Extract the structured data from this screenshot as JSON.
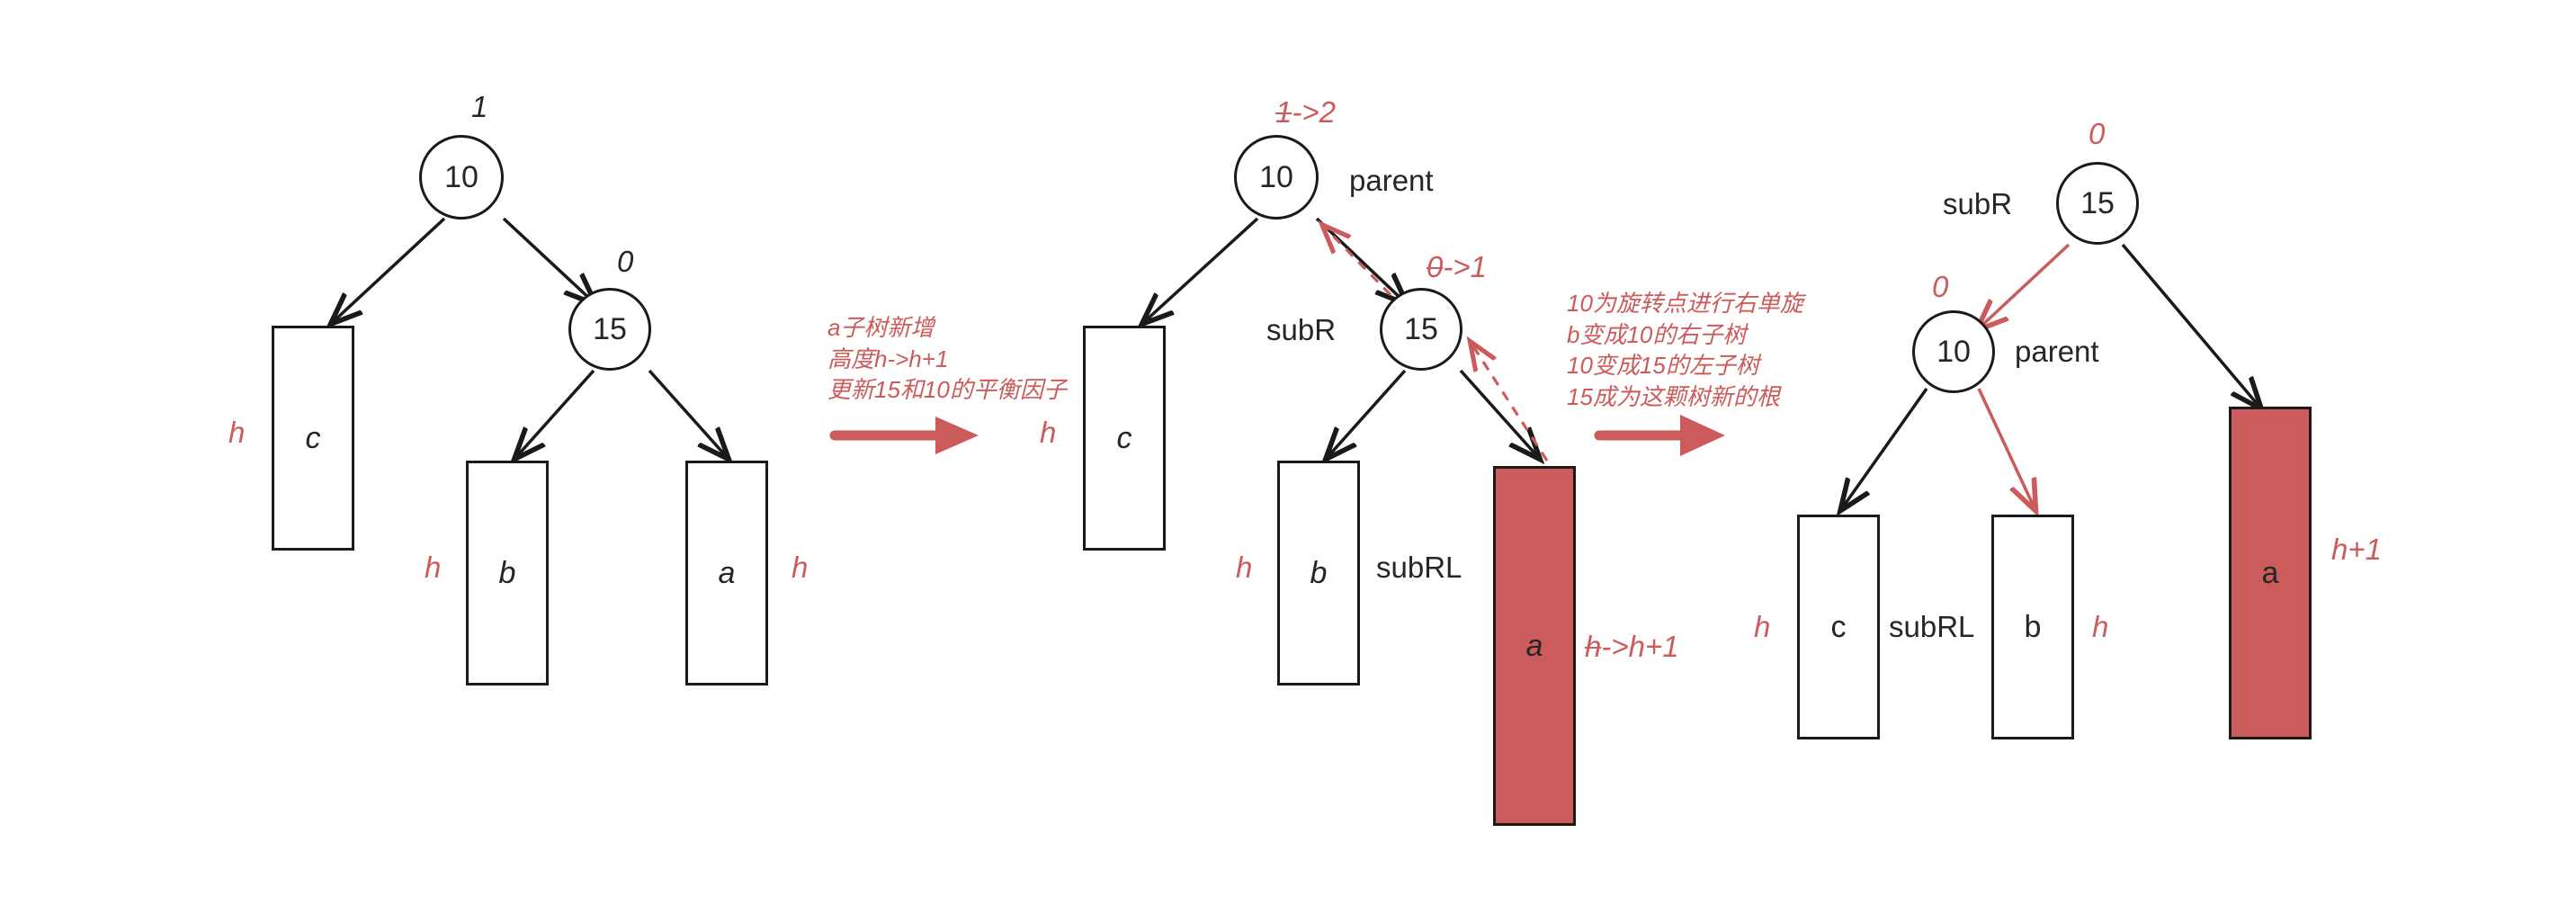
{
  "colors": {
    "accent_red": "#cc5b5b",
    "ink": "#262626",
    "stroke": "#1a1a1a",
    "background": "#ffffff"
  },
  "diagram": {
    "title": "AVL tree right single rotation (RR case) illustration",
    "steps": 3
  },
  "tree1": {
    "root": {
      "value": "10",
      "balance_factor": "1"
    },
    "right_child": {
      "value": "15",
      "balance_factor": "0"
    },
    "boxes": [
      {
        "label": "c",
        "height": "h"
      },
      {
        "label": "b",
        "height": "h"
      },
      {
        "label": "a",
        "height": "h"
      }
    ]
  },
  "tree2": {
    "root": {
      "value": "10",
      "balance_factor_old": "1",
      "balance_factor_new": "->2",
      "role": "parent"
    },
    "right_child": {
      "value": "15",
      "balance_factor_old": "0",
      "balance_factor_new": "->1",
      "role": "subR"
    },
    "boxes": [
      {
        "label": "c",
        "height": "h"
      },
      {
        "label": "b",
        "height": "h",
        "role": "subRL"
      },
      {
        "label": "a",
        "height_old": "h",
        "height_new": "->h+1",
        "highlighted": true
      }
    ]
  },
  "tree3": {
    "root": {
      "value": "15",
      "balance_factor": "0",
      "role": "subR"
    },
    "left_child": {
      "value": "10",
      "balance_factor": "0",
      "role": "parent"
    },
    "boxes": [
      {
        "label": "c",
        "height": "h"
      },
      {
        "label": "b",
        "height": "h",
        "role": "subRL"
      },
      {
        "label": "a",
        "height": "h+1",
        "highlighted": true
      }
    ]
  },
  "annotations": {
    "step1": {
      "line1": "a子树新增",
      "line2": "高度h->h+1",
      "line3": "更新15和10的平衡因子"
    },
    "step2": {
      "line1": "10为旋转点进行右单旋",
      "line2": "b变成10的右子树",
      "line3": "10变成15的左子树",
      "line4": "15成为这颗树新的根"
    }
  }
}
